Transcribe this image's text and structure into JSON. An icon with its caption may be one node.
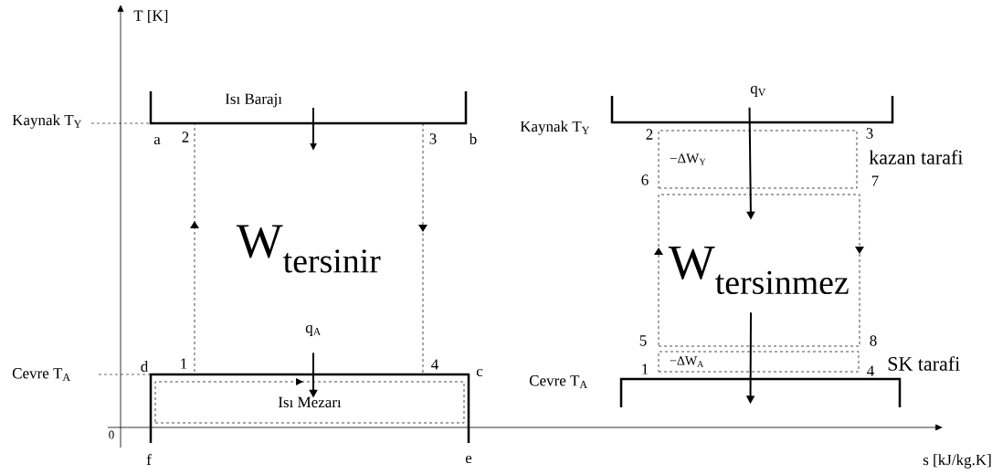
{
  "diagram": {
    "nodes": [
      {
        "text": [
          "\\mathrm{W}_{\\mathrm{tersinir}}"
        ]
      },
      {
        "text": [
          "Isı Mezarı"
        ]
      },
      {
        "text": [
          "−ΔW$_{Y}$"
        ]
      },
      {
        "text": [
          "\\mathrm{W}_{\\mathrm{tersinmez}}"
        ]
      },
      {
        "text": [
          "−ΔW$_{A}$"
        ]
      }
    ],
    "edges": [
      {
        "from": 0,
        "to": 1,
        "arrow": "to"
      },
      {
        "from": 2,
        "to": 3,
        "arrow": "to"
      },
      {
        "from": 3,
        "to": 4,
        "arrow": "to"
      }
    ],
    "labels": [
      "T [K]",
      "Isı Barajı",
      "Kaynak T$_{Y}$",
      "a",
      "2",
      "3",
      "b",
      "q$_{A}$",
      "Cevre T$_{A}$",
      "d",
      "1",
      "4",
      "c",
      "0",
      "f",
      "e",
      "q$_{V}$",
      "Kaynak T$_{Y}$",
      "2",
      "3",
      "kazan tarafi",
      "6",
      "7",
      "5",
      "8",
      "1",
      "4",
      "SK tarafi",
      "Cevre T$_{A}$",
      "s [kJ/kg.K]"
    ]
  }
}
